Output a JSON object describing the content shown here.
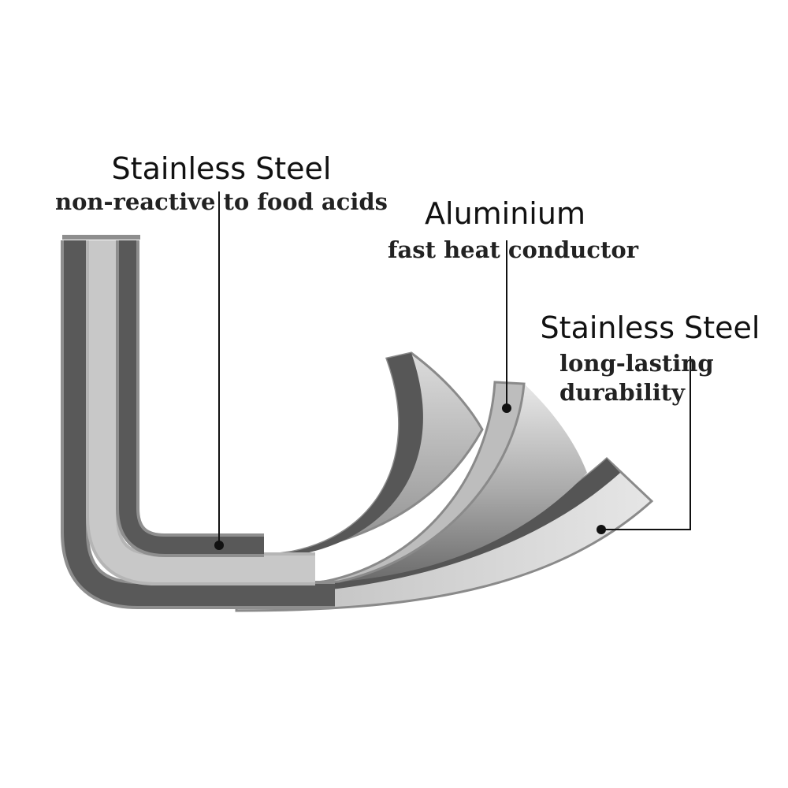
{
  "labels": {
    "inner_layer": {
      "title": "Stainless Steel",
      "description": "non-reactive to food acids"
    },
    "core_layer": {
      "title": "Aluminium",
      "description": "fast heat conductor"
    },
    "outer_layer": {
      "title": "Stainless Steel",
      "description_line1": "long-lasting",
      "description_line2": "durability"
    }
  }
}
